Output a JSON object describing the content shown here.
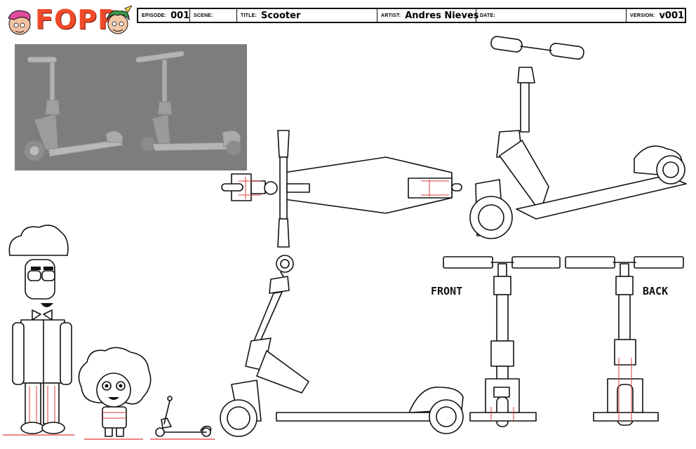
{
  "logo": {
    "text": "FOPR"
  },
  "header": {
    "episode": {
      "label": "EPISODE:",
      "value": "001"
    },
    "scene": {
      "label": "SCENE:",
      "value": ""
    },
    "title": {
      "label": "TITLE:",
      "value": "Scooter"
    },
    "artist": {
      "label": "ARTIST:",
      "value": "Andres Nieves"
    },
    "date": {
      "label": "DATE:",
      "value": ""
    },
    "version": {
      "label": "VERSION:",
      "value": "v001"
    }
  },
  "views": {
    "front_label": "FRONT",
    "back_label": "BACK"
  },
  "colors": {
    "logo": "#ef4b2a",
    "render_bg": "#7d7d7d",
    "line": "#111111",
    "construction": "#e23b3b"
  }
}
